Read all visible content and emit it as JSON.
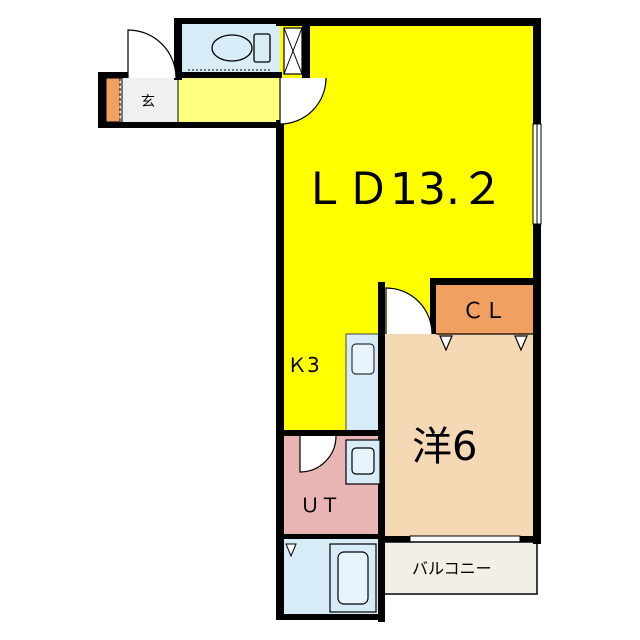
{
  "rooms": {
    "ld": {
      "label": "ＬＤ13.２",
      "color": "#ffff00"
    },
    "kitchen": {
      "label": "Ｋ3"
    },
    "western": {
      "label": "洋6",
      "color": "#f5d9b5"
    },
    "closet": {
      "label": "ＣＬ",
      "color": "#f0a060"
    },
    "utility": {
      "label": "ＵＴ",
      "color": "#e8b4b4"
    },
    "balcony": {
      "label": "バルコニー",
      "color": "#f2efe6"
    },
    "entrance": {
      "label": "玄",
      "color": "#f0f0f0"
    },
    "hall": {
      "color": "#ffff80"
    },
    "wet_area": {
      "color": "#d8ecf8"
    },
    "entry_cabinet": {
      "color": "#f0a060"
    }
  },
  "wall_color": "#000000"
}
